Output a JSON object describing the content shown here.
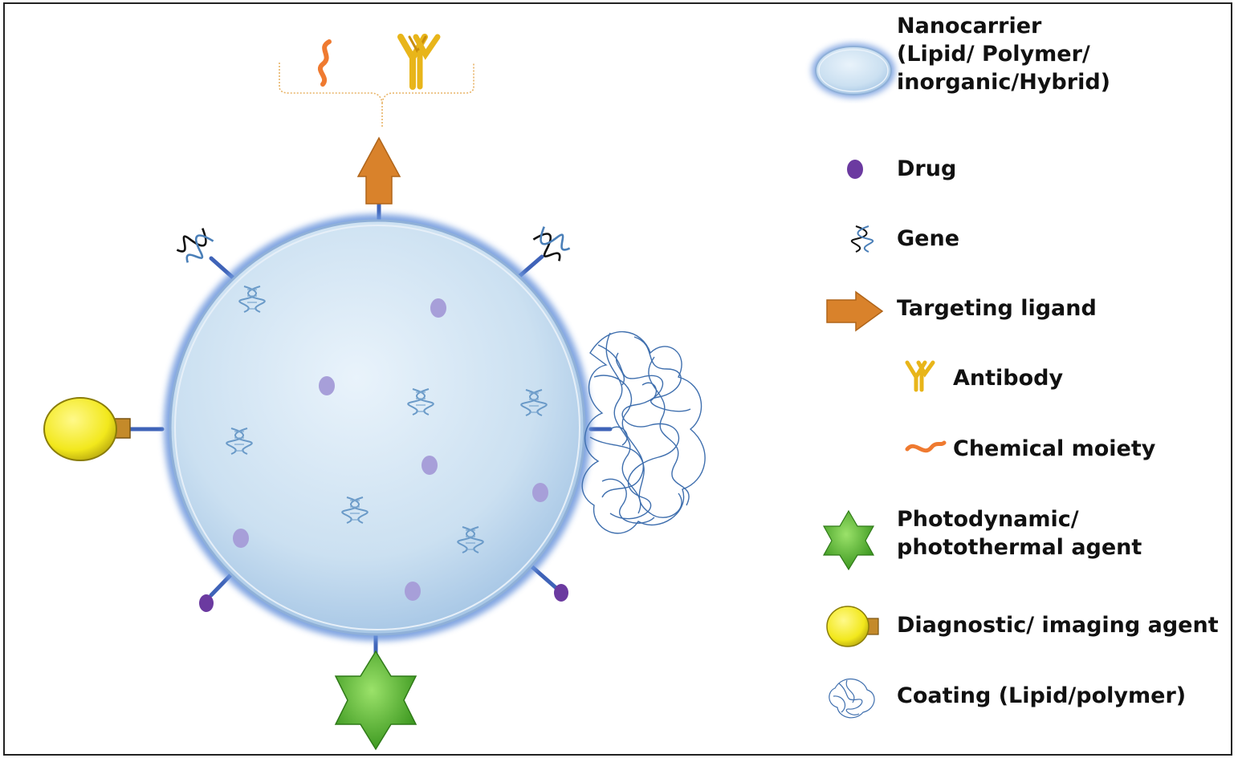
{
  "legend": {
    "nanocarrier": [
      "Nanocarrier",
      "(Lipid/ Polymer/",
      "inorganic/Hybrid)"
    ],
    "drug": "Drug",
    "gene": "Gene",
    "targeting_ligand": "Targeting ligand",
    "antibody": "Antibody",
    "chemical_moiety": "Chemical moiety",
    "photo_agent": [
      "Photodynamic/",
      "photothermal agent"
    ],
    "diagnostic_agent": "Diagnostic/ imaging agent",
    "coating": "Coating (Lipid/polymer)"
  },
  "colors": {
    "carrier_fill": "#cfe3f3",
    "carrier_rim": "#5b86cf",
    "drug": "#6b3aa0",
    "drug_inside": "#a99fd8",
    "gene": "#5a8fc0",
    "ligand": "#d9822b",
    "antibody": "#e8b51a",
    "chemical": "#ef7a30",
    "star": "#4fae2f",
    "imaging": "#f2ec1e",
    "coating": "#3f6fae",
    "linker": "#3f63b8"
  }
}
